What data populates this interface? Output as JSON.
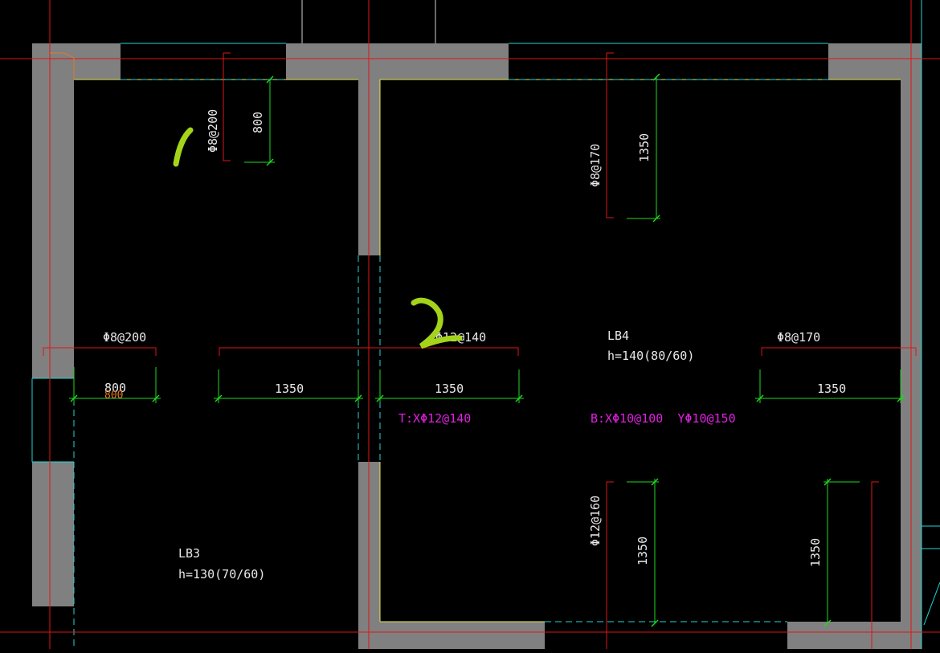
{
  "colors": {
    "background": "#000000",
    "wall": "#808080",
    "dimension": "#1fd81f",
    "rebar": "#e01616",
    "axis": "#e01616",
    "magenta": "#e020e0",
    "edge": "#e8e84a",
    "cyan": "#22d6d6",
    "text": "#e8e8e8",
    "highlight": "#a4d41a"
  },
  "labels": {
    "rebar_top_left": "Φ8@200",
    "dim_top_left": "800",
    "rebar_top_right": "Φ8@170",
    "dim_top_right": "1350",
    "rebar_left_wall": "Φ8@200",
    "dim_left_wall_a": "800",
    "dim_left_wall_b": "800",
    "dim_mid_left": "1350",
    "rebar_mid": "Φ12@140",
    "dim_mid_right": "1350",
    "rebar_right_wall": "Φ8@170",
    "dim_right_wall": "1350",
    "slab_lb4_name": "LB4",
    "slab_lb4_thickness": "h=140(80/60)",
    "top_reinforcement": "T:XΦ12@140",
    "bottom_reinforcement": "B:XΦ10@100  YΦ10@150",
    "slab_lb3_name": "LB3",
    "slab_lb3_thickness": "h=130(70/60)",
    "rebar_bottom_vertical": "Φ12@160",
    "dim_bottom_a": "1350",
    "dim_bottom_b": "1350"
  }
}
